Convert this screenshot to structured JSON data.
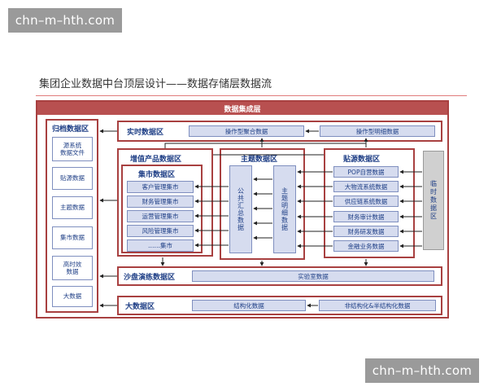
{
  "watermark": "chn–m–hth.com",
  "title": "集团企业数据中台顶层设计——数据存储层数据流",
  "header": "数据集成层",
  "archive": {
    "label": "归档数据区",
    "items": [
      "源系统\n数据文件",
      "贴源数据",
      "主题数据",
      "集市数据",
      "高时效\n数据",
      "大数据"
    ]
  },
  "realtime": {
    "label": "实时数据区",
    "agg": "操作型聚合数据",
    "detail": "操作型明细数据"
  },
  "value_added": {
    "label": "增值产品数据区"
  },
  "mart": {
    "label": "集市数据区",
    "items": [
      "客户管理集市",
      "财务管理集市",
      "运营管理集市",
      "风险管理集市",
      "……集市"
    ]
  },
  "subject": {
    "label": "主题数据区",
    "public": "公共汇总数据",
    "detail": "主题明细数据"
  },
  "source": {
    "label": "贴源数据区",
    "items": [
      "POP自营数据",
      "大物流系统数据",
      "供应链系统数据",
      "财务审计数据",
      "财务研发数据",
      "金融业务数据"
    ]
  },
  "temp": "临时数据区",
  "sandbox": {
    "label": "沙盘演练数据区",
    "lab": "实验室数据"
  },
  "bigdata": {
    "label": "大数据区",
    "structured": "结构化数据",
    "unstructured": "非结构化&半结构化数据"
  }
}
